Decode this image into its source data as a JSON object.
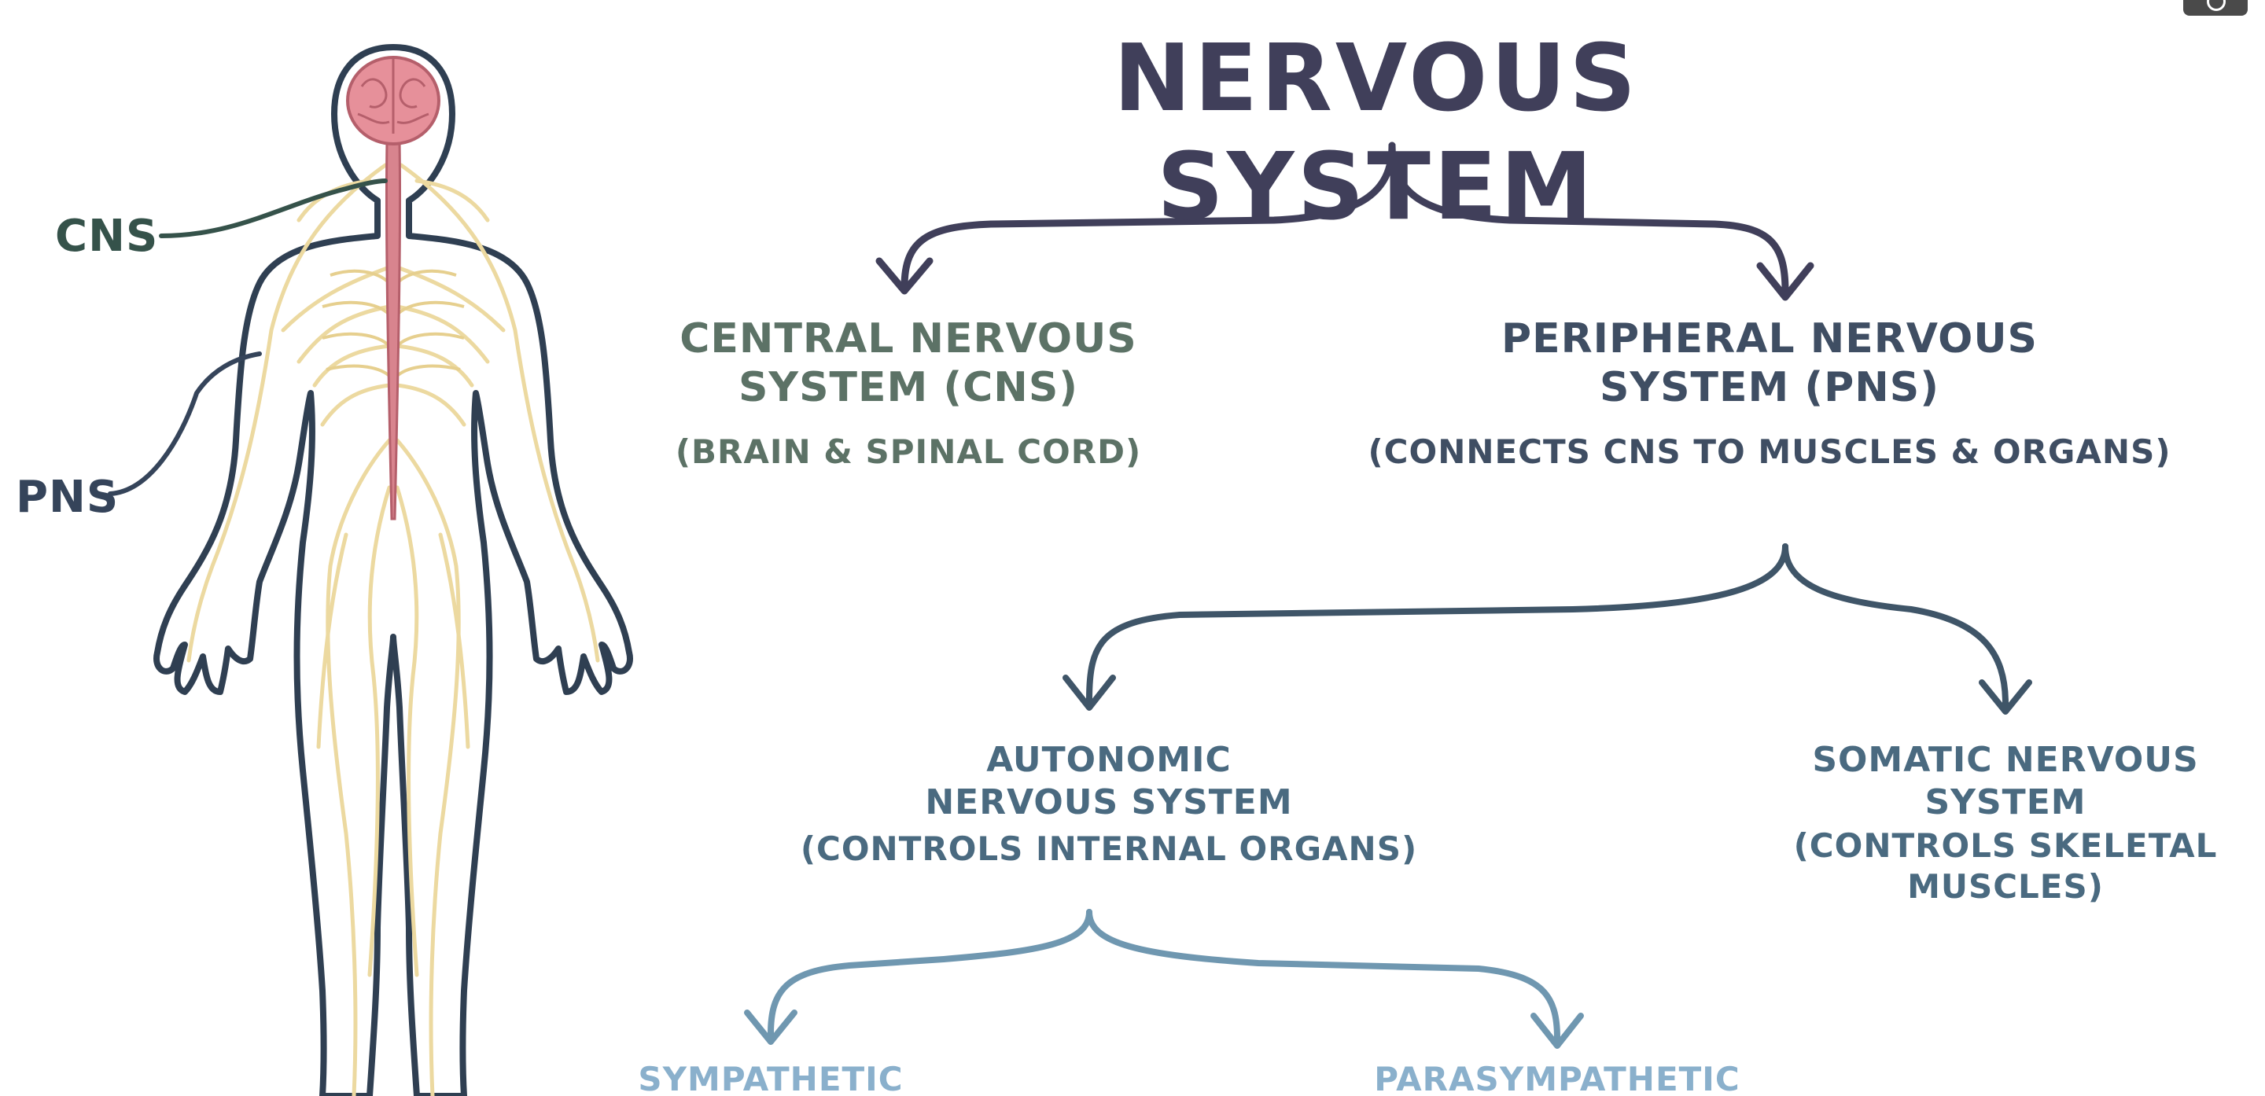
{
  "diagram": {
    "title": "NERVOUS SYSTEM",
    "cns": {
      "name": "CENTRAL NERVOUS\nSYSTEM (CNS)",
      "description": "(BRAIN & SPINAL CORD)"
    },
    "pns": {
      "name": "PERIPHERAL NERVOUS\nSYSTEM (PNS)",
      "description": "(CONNECTS CNS TO MUSCLES & ORGANS)"
    },
    "autonomic": {
      "name": "AUTONOMIC\nNERVOUS SYSTEM",
      "description": "(CONTROLS INTERNAL ORGANS)"
    },
    "somatic": {
      "name": "SOMATIC NERVOUS\nSYSTEM",
      "description": "(CONTROLS SKELETAL\nMUSCLES)"
    },
    "sympathetic": "SYMPATHETIC",
    "parasympathetic": "PARASYMPATHETIC",
    "figure_labels": {
      "cns": "CNS",
      "pns": "PNS"
    }
  },
  "colors": {
    "title": "#403f5a",
    "cns_branch": "#5c7266",
    "pns_branch": "#3f4e63",
    "level3": "#4a6a80",
    "level4": "#8ab0cc",
    "nerves": "#ecd9a0",
    "brain": "#d8848e",
    "outline": "#2f3f52"
  }
}
